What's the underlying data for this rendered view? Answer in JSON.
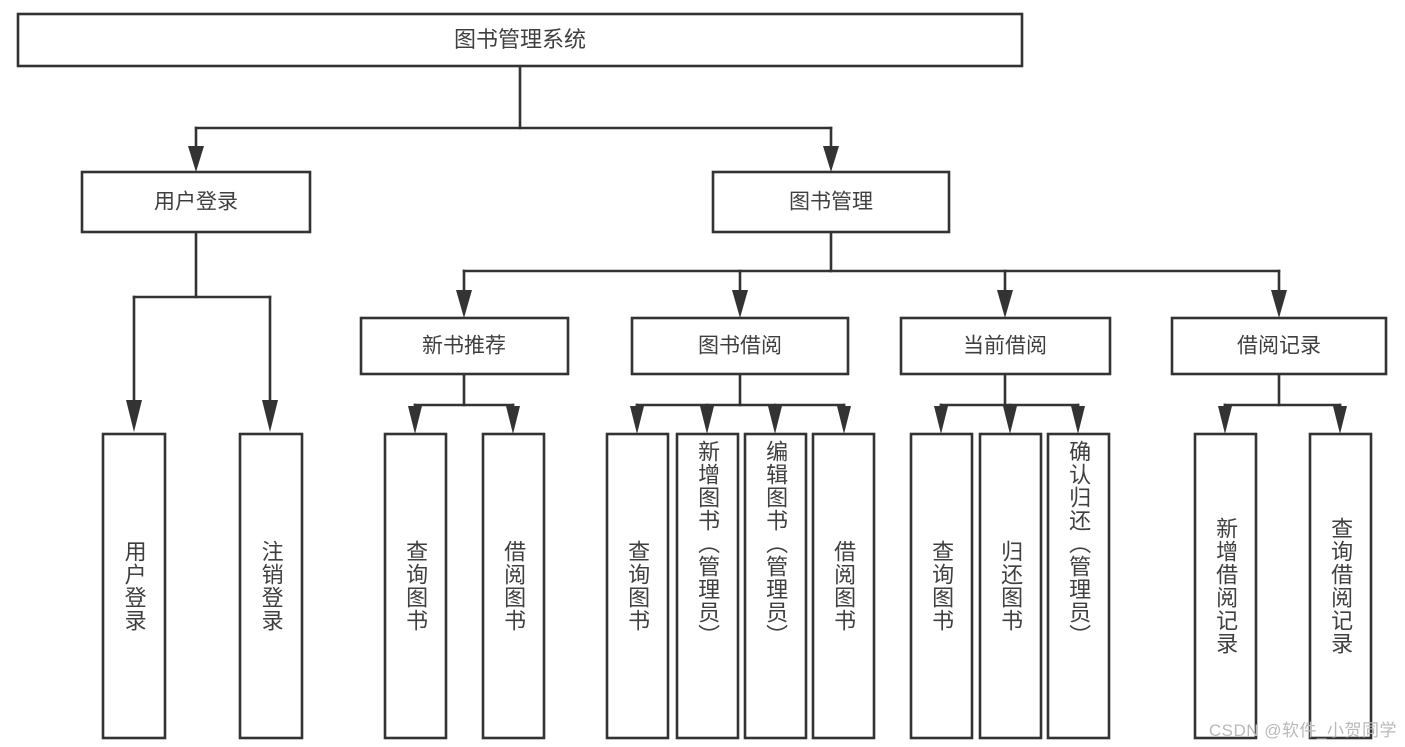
{
  "diagram": {
    "type": "tree-hierarchy",
    "title": "图书管理系统",
    "watermark": "CSDN @软件_小贺同学",
    "colors": {
      "background": "#ffffff",
      "box_fill": "#ffffff",
      "box_stroke": "#333333",
      "text": "#3f3f3f",
      "watermark": "#b9b9b9"
    },
    "root": {
      "label": "图书管理系统"
    },
    "level2": [
      {
        "id": "user-login",
        "label": "用户登录"
      },
      {
        "id": "book-management",
        "label": "图书管理"
      }
    ],
    "level3": [
      {
        "id": "new-book-recommend",
        "label": "新书推荐"
      },
      {
        "id": "book-borrow",
        "label": "图书借阅"
      },
      {
        "id": "current-borrow",
        "label": "当前借阅"
      },
      {
        "id": "borrow-record",
        "label": "借阅记录"
      }
    ],
    "leaves": [
      {
        "id": "leaf-user-login",
        "label": "用户登录",
        "parent": "user-login"
      },
      {
        "id": "leaf-logout-login",
        "label": "注销登录",
        "parent": "user-login"
      },
      {
        "id": "leaf-query-book-1",
        "label": "查询图书",
        "parent": "new-book-recommend"
      },
      {
        "id": "leaf-borrow-book-1",
        "label": "借阅图书",
        "parent": "new-book-recommend"
      },
      {
        "id": "leaf-query-book-2",
        "label": "查询图书",
        "parent": "book-borrow"
      },
      {
        "id": "leaf-add-book",
        "label": "新增图书（管理员）",
        "parent": "book-borrow"
      },
      {
        "id": "leaf-edit-book",
        "label": "编辑图书（管理员）",
        "parent": "book-borrow"
      },
      {
        "id": "leaf-borrow-book-2",
        "label": "借阅图书",
        "parent": "book-borrow"
      },
      {
        "id": "leaf-query-book-3",
        "label": "查询图书",
        "parent": "current-borrow"
      },
      {
        "id": "leaf-return-book",
        "label": "归还图书",
        "parent": "current-borrow"
      },
      {
        "id": "leaf-confirm-return",
        "label": "确认归还（管理员）",
        "parent": "current-borrow"
      },
      {
        "id": "leaf-add-record",
        "label": "新增借阅记录",
        "parent": "borrow-record"
      },
      {
        "id": "leaf-query-record",
        "label": "查询借阅记录",
        "parent": "borrow-record"
      }
    ]
  }
}
